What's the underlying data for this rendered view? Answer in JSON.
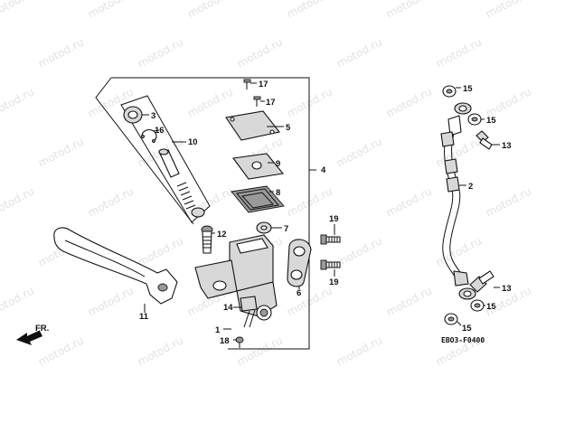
{
  "watermark": "motod.ru",
  "diagram_code": "EBO3-F0400",
  "arrow_label": "FR.",
  "callouts": {
    "c1": "1",
    "c2": "2",
    "c3": "3",
    "c4": "4",
    "c5": "5",
    "c6": "6",
    "c7": "7",
    "c8": "8",
    "c9": "9",
    "c10": "10",
    "c11": "11",
    "c12": "12",
    "c13a": "13",
    "c13b": "13",
    "c14": "14",
    "c15a": "15",
    "c15b": "15",
    "c15c": "15",
    "c15d": "15",
    "c16": "16",
    "c17a": "17",
    "c17b": "17",
    "c18a": "18",
    "c18b": "18",
    "c19a": "19",
    "c19b": "19"
  }
}
